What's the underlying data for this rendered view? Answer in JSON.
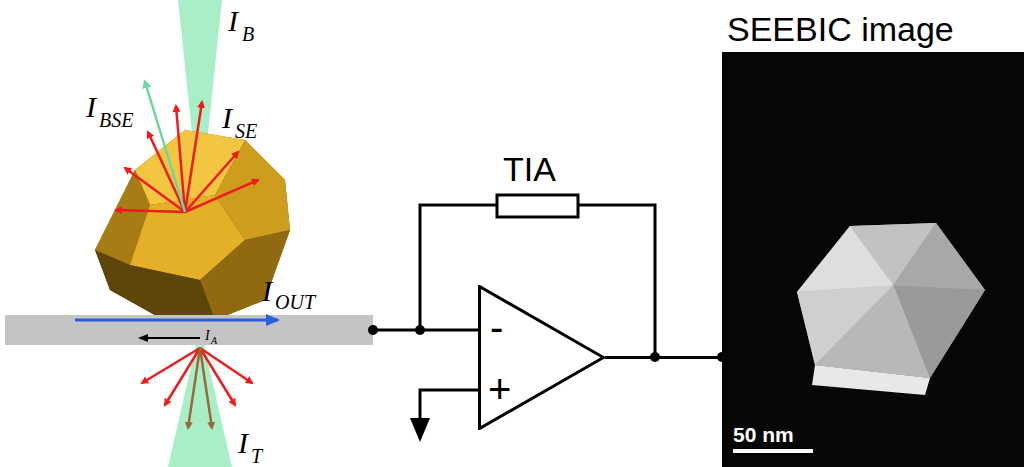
{
  "diagram": {
    "nodes": [
      {
        "text": [
          "-",
          "+"
        ]
      },
      {
        "text": [
          "SEEBIC image",
          "50 nm"
        ]
      }
    ],
    "edges": [
      {
        "from": 0,
        "to": 1,
        "arrow": "none"
      }
    ],
    "labels": [
      "I",
      "B",
      "I",
      "BSE",
      "I",
      "SE",
      "I",
      "OUT",
      "I",
      "A",
      "I",
      "T",
      "TIA"
    ]
  }
}
